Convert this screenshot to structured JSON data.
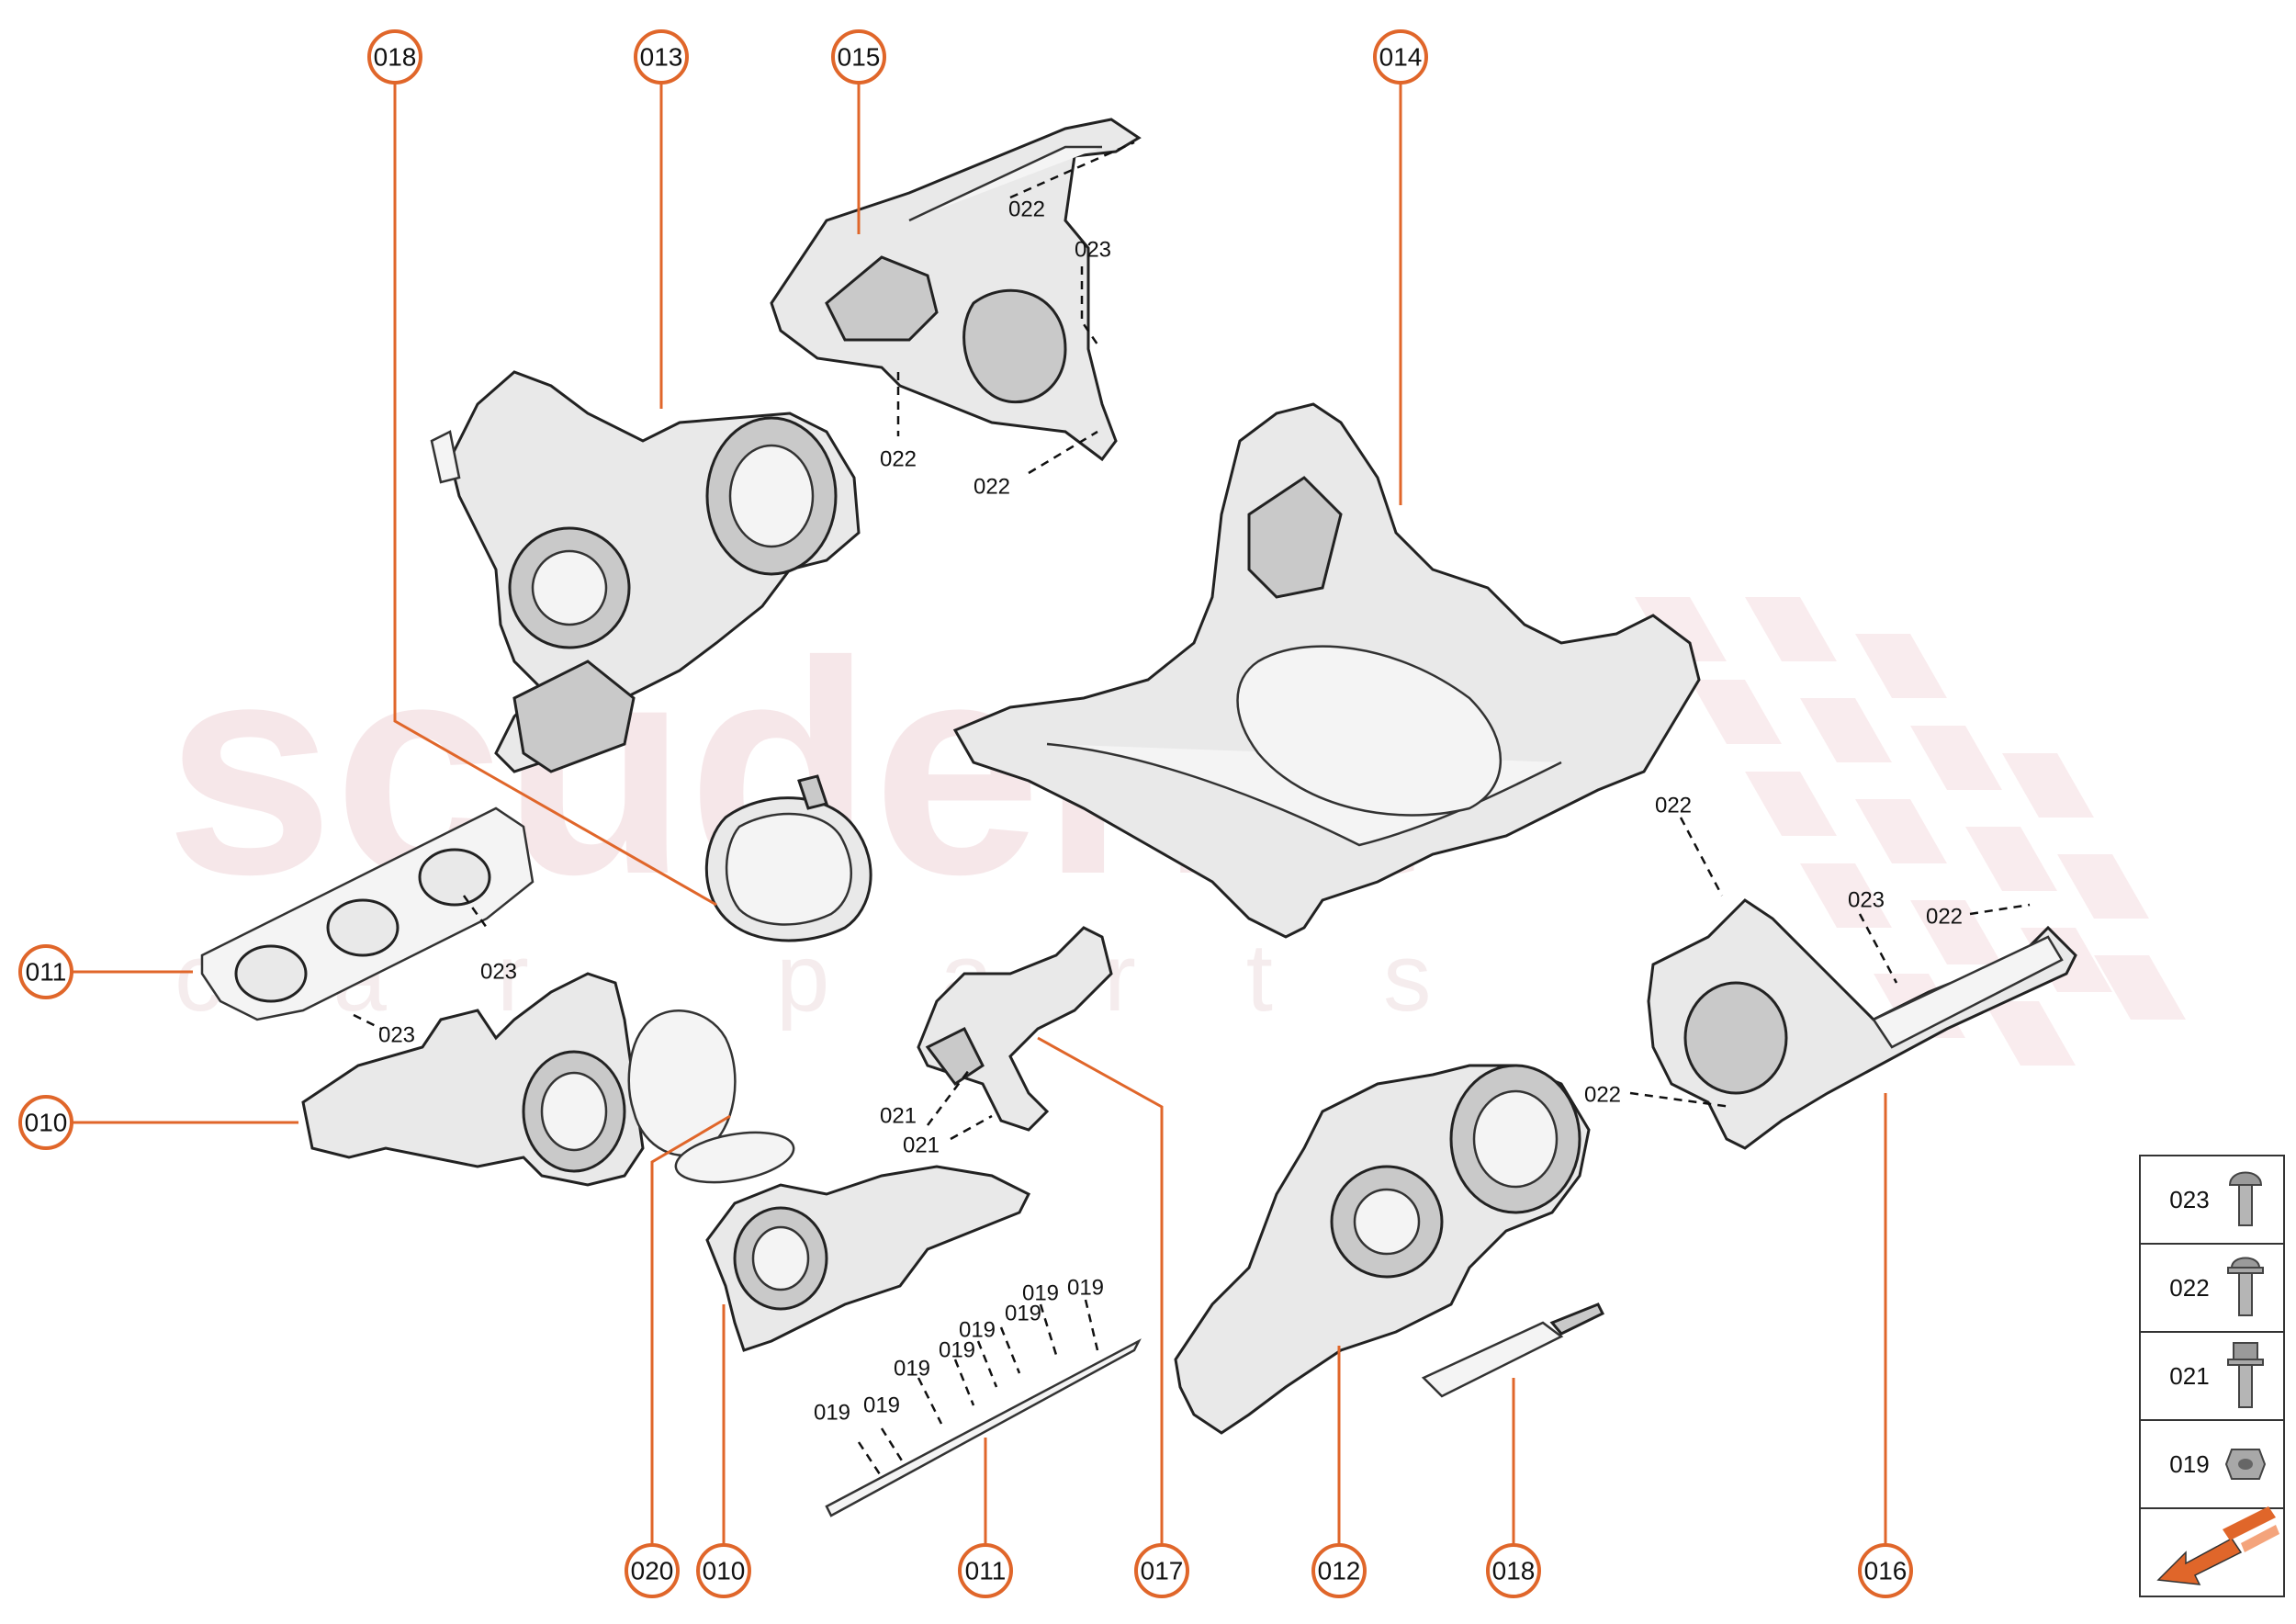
{
  "watermark": {
    "brand": "scuderia",
    "sub": "car parts"
  },
  "callouts": {
    "c018_top": "018",
    "c013": "013",
    "c015": "015",
    "c014": "014",
    "c011_left": "011",
    "c010_left": "010",
    "c020": "020",
    "c010_bottom": "010",
    "c011_bottom": "011",
    "c017": "017",
    "c012": "012",
    "c018_bottom": "018",
    "c016": "016"
  },
  "part_labels": {
    "l015_022a": "022",
    "l015_023": "023",
    "l015_022b": "022",
    "l015_022c": "022",
    "l011_023a": "023",
    "l011_023b": "023",
    "l017_021a": "021",
    "l017_021b": "021",
    "l011_019a": "019",
    "l011_019b": "019",
    "l011_019c": "019",
    "l011_019d": "019",
    "l011_019e": "019",
    "l011_019f": "019",
    "l011_019g": "019",
    "l011_019h": "019",
    "l016_022a": "022",
    "l016_023": "023",
    "l016_022b": "022",
    "l016_022c": "022"
  },
  "legend": [
    {
      "code": "023",
      "icon": "button-head-bolt-icon"
    },
    {
      "code": "022",
      "icon": "flange-bolt-icon"
    },
    {
      "code": "021",
      "icon": "hex-flange-bolt-icon"
    },
    {
      "code": "019",
      "icon": "flange-nut-icon"
    },
    {
      "code": "",
      "icon": "orientation-arrow-icon"
    }
  ],
  "colors": {
    "accent": "#e0662a",
    "watermark": "#f0d5d8"
  }
}
